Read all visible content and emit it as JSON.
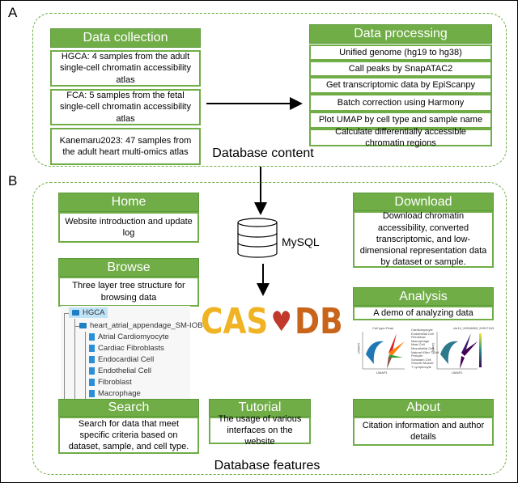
{
  "panelA": {
    "label": "A",
    "title": "Database content",
    "collection": {
      "header": "Data collection",
      "items": [
        "HGCA: 4 samples from the adult single-cell chromatin accessibility atlas",
        "FCA: 5 samples from the fetal single-cell chromatin accessibility atlas",
        "Kanemaru2023: 47 samples from the adult heart multi-omics atlas"
      ]
    },
    "processing": {
      "header": "Data processing",
      "items": [
        "Unified genome (hg19 to hg38)",
        "Call peaks by SnapATAC2",
        "Get transcriptomic data by EpiScanpy",
        "Batch correction using Harmony",
        "Plot UMAP by cell type and sample name",
        "Calculate differentially accessible chromatin regions"
      ]
    }
  },
  "panelB": {
    "label": "B",
    "title": "Database features",
    "home": {
      "header": "Home",
      "body": "Website introduction and update log"
    },
    "browse": {
      "header": "Browse",
      "body": "Three layer tree structure for browsing data"
    },
    "tree": {
      "root": "HGCA",
      "sample": "heart_atrial_appendage_SM-IOB",
      "cells": [
        "Atrial Cardiomyocyte",
        "Cardiac Fibroblasts",
        "Endocardial Cell",
        "Endothelial Cell",
        "Fibroblast",
        "Macrophage"
      ]
    },
    "search": {
      "header": "Search",
      "body": "Search for data that meet specific criteria based on dataset, sample, and cell type."
    },
    "tutorial": {
      "header": "Tutorial",
      "body": "The usage of various interfaces on the website"
    },
    "about": {
      "header": "About",
      "body": "Citation information and author details"
    },
    "download": {
      "header": "Download",
      "body": "Download chromatin accessibility, converted transcriptomic, and low-dimensional representation data by dataset or sample."
    },
    "analysis": {
      "header": "Analysis",
      "body": "A demo of analyzing data",
      "plot1_title": "Cell type-Peak",
      "plot2_title": "chr10_90916863_90917163",
      "axis_x": "UMAP1",
      "axis_y": "UMAP2",
      "legend": [
        "Cardiomyocyte",
        "Endothelial Cell",
        "Fibroblast",
        "Macrophage",
        "Mast Cell",
        "Mesothelial Cell",
        "Natural Killer T Cell",
        "Pericyte",
        "Schwann Cell",
        "Smooth Muscle",
        "T Lymphocyte"
      ]
    },
    "db": {
      "label": "MySQL"
    },
    "logo": {
      "left": "CAS",
      "right": "DB"
    }
  },
  "colors": {
    "green": "#70ad47",
    "logo_left": "#f0b323",
    "logo_right": "#c8651b"
  }
}
